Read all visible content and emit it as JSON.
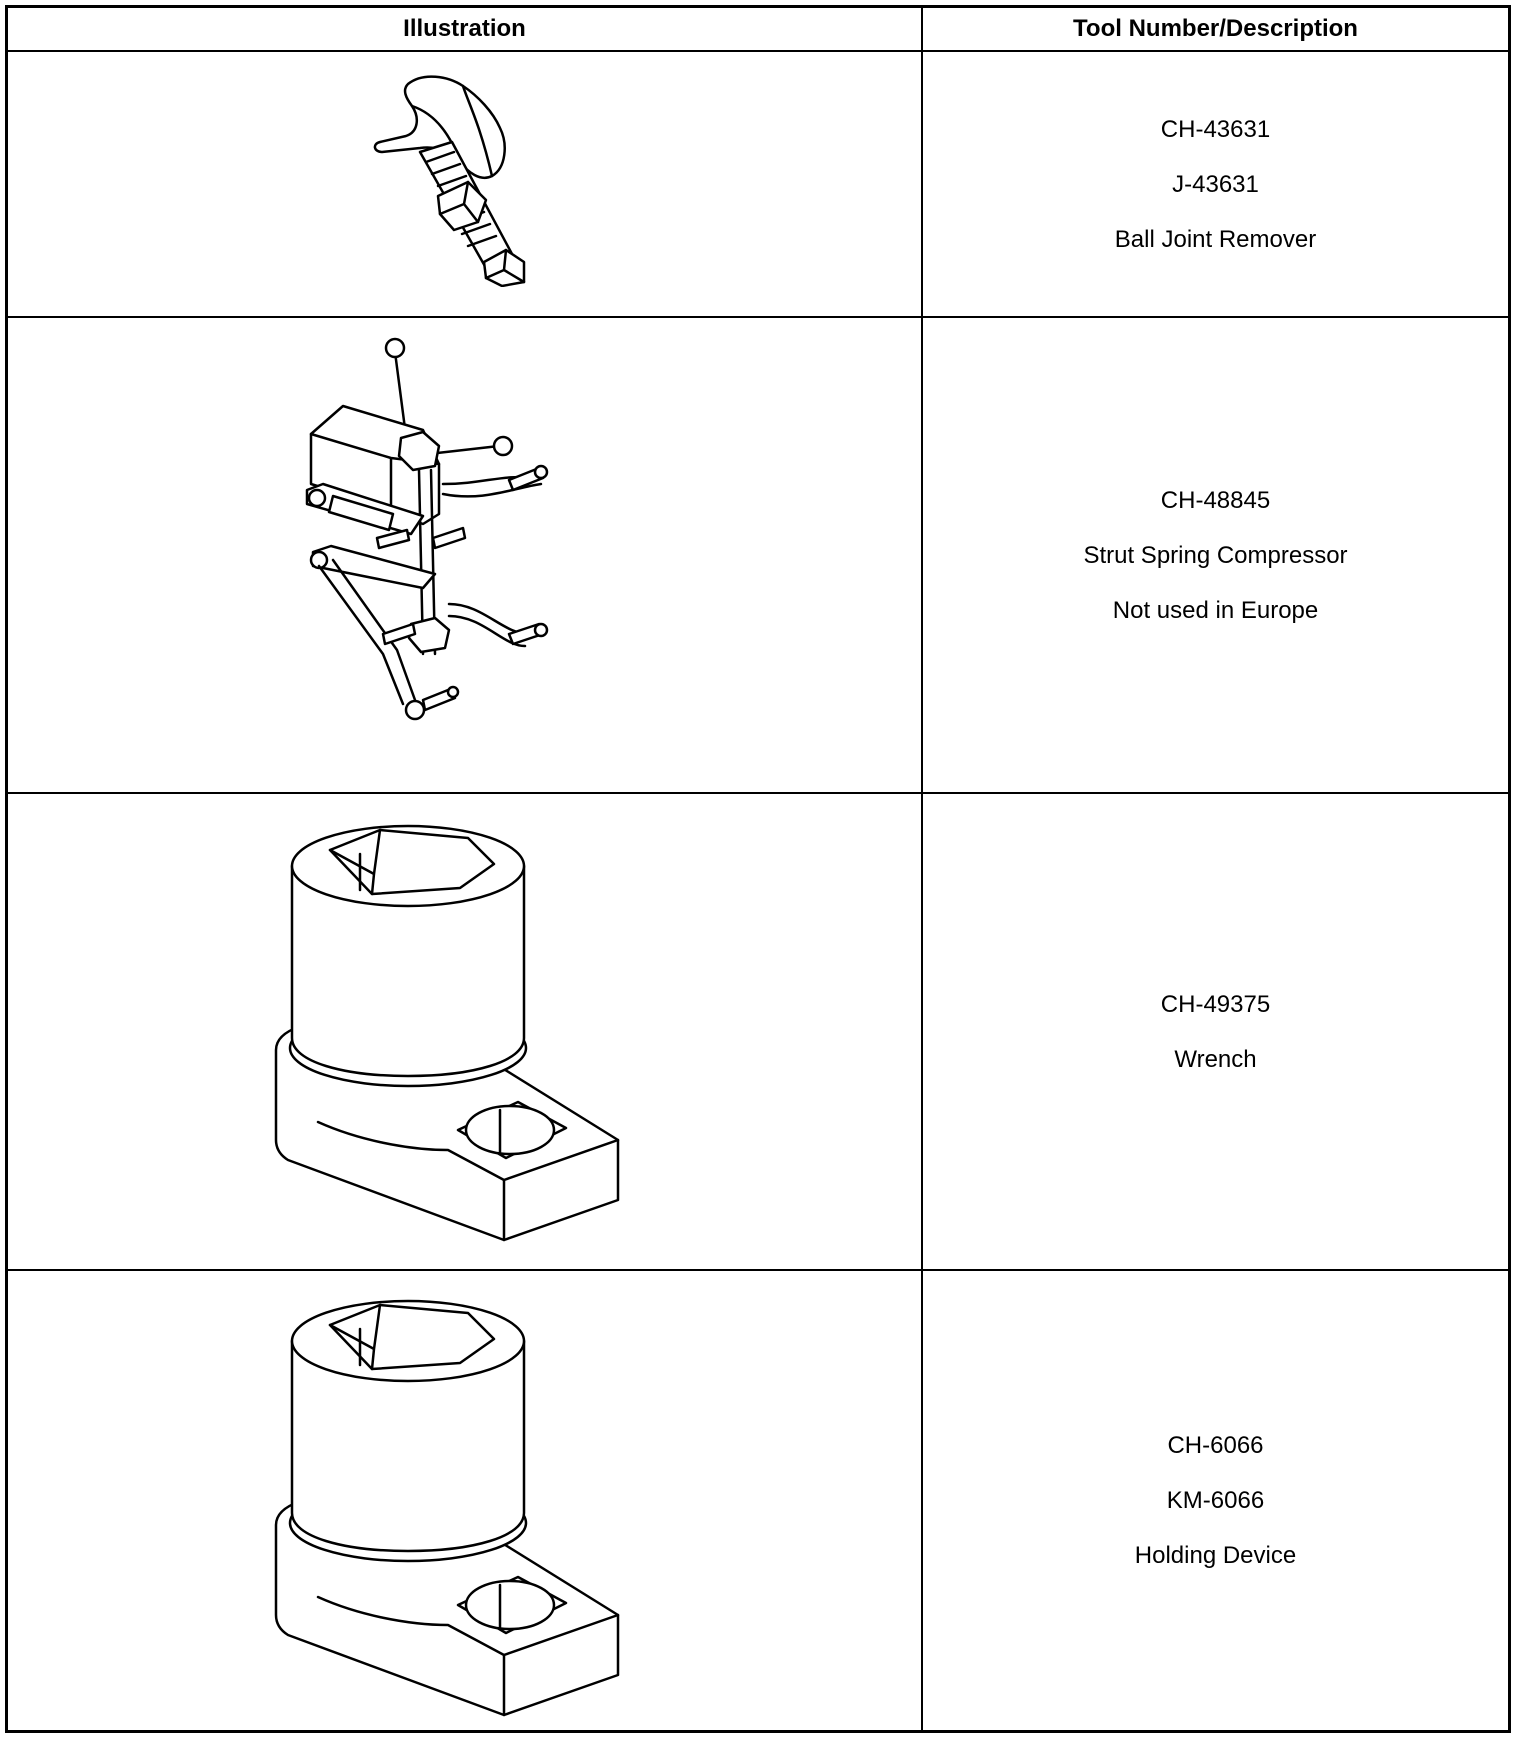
{
  "table": {
    "header": {
      "illustration": "Illustration",
      "description": "Tool Number/Description"
    },
    "rows": [
      {
        "icon": "ball-joint-remover-illustration",
        "lines": [
          "CH-43631",
          "J-43631",
          "Ball Joint Remover"
        ]
      },
      {
        "icon": "strut-spring-compressor-illustration",
        "lines": [
          "CH-48845",
          "Strut Spring Compressor",
          "Not used in Europe"
        ]
      },
      {
        "icon": "wrench-illustration",
        "lines": [
          "CH-49375",
          "Wrench"
        ]
      },
      {
        "icon": "holding-device-illustration",
        "lines": [
          "CH-6066",
          "KM-6066",
          "Holding Device"
        ]
      }
    ]
  }
}
